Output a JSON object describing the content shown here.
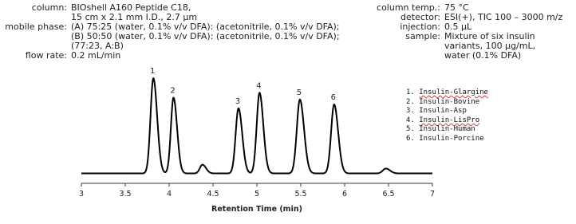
{
  "conditions_left": [
    {
      "label": "column:",
      "lines": [
        "BIOshell A160 Peptide C18,",
        "15 cm x 2.1 mm I.D., 2.7 µm"
      ]
    },
    {
      "label": "mobile phase:",
      "lines": [
        "(A) 75:25 (water, 0.1% v/v DFA): (acetonitrile, 0.1% v/v DFA);",
        "(B) 50:50 (water, 0.1% v/v DFA): (acetonitrile, 0.1% v/v DFA);",
        "(77:23, A:B)"
      ]
    },
    {
      "label": "flow rate:",
      "lines": [
        "0.2 mL/min"
      ]
    }
  ],
  "conditions_right": [
    {
      "label": "column temp.:",
      "lines": [
        "75 °C"
      ]
    },
    {
      "label": "detector:",
      "lines": [
        "ESI(+), TIC 100 – 3000 m/z"
      ]
    },
    {
      "label": "injection:",
      "lines": [
        "0.5 µL"
      ]
    },
    {
      "label": "sample:",
      "lines": [
        "Mixture of six insulin",
        "variants, 100 µg/mL,",
        "water (0.1% DFA)"
      ]
    }
  ],
  "legend": [
    {
      "num": "1.",
      "name": "Insulin-Glargine"
    },
    {
      "num": "2.",
      "name": "Insulin-Bovine"
    },
    {
      "num": "3.",
      "name": "Insulin-Asp"
    },
    {
      "num": "4.",
      "name": "Insulin-LisPro"
    },
    {
      "num": "5.",
      "name": "Insulin-Human"
    },
    {
      "num": "6.",
      "name": "Insulin-Porcine"
    }
  ],
  "chart_data": {
    "type": "line",
    "xlabel": "Retention Time (min)",
    "ylabel": "",
    "xlim": [
      3,
      7
    ],
    "ylim": [
      0,
      1
    ],
    "x_ticks": [
      "3",
      "3.5",
      "4",
      "4.5",
      "5",
      "5.5",
      "6",
      "6.5",
      "7"
    ],
    "x_tick_values": [
      3,
      3.5,
      4,
      4.5,
      5,
      5.5,
      6,
      6.5,
      7
    ],
    "grid": false,
    "y_axis_shown": false,
    "line_color": "#000000",
    "baseline": 0.02,
    "peaks": [
      {
        "label": "1",
        "x": 3.82,
        "height": 0.98,
        "width": 0.032
      },
      {
        "label": "2",
        "x": 4.05,
        "height": 0.78,
        "width": 0.03
      },
      {
        "label": "",
        "x": 4.38,
        "height": 0.09,
        "width": 0.03
      },
      {
        "label": "3",
        "x": 4.79,
        "height": 0.67,
        "width": 0.032
      },
      {
        "label": "4",
        "x": 5.03,
        "height": 0.83,
        "width": 0.032
      },
      {
        "label": "5",
        "x": 5.49,
        "height": 0.76,
        "width": 0.035
      },
      {
        "label": "6",
        "x": 5.88,
        "height": 0.71,
        "width": 0.034
      },
      {
        "label": "",
        "x": 6.47,
        "height": 0.05,
        "width": 0.035
      }
    ]
  }
}
